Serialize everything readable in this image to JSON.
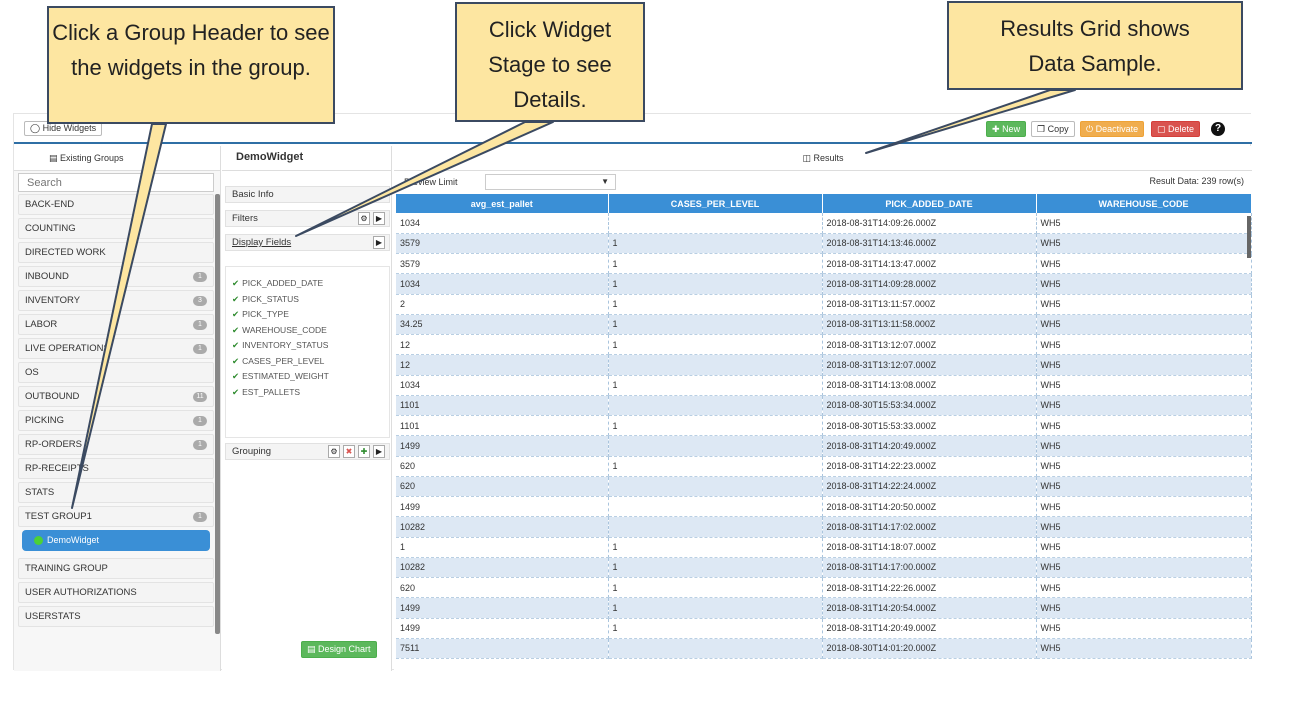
{
  "toolbar": {
    "hide_widgets_label": "Hide Widgets",
    "new_label": "New",
    "copy_label": "Copy",
    "deactivate_label": "Deactivate",
    "delete_label": "Delete",
    "help_label": "?"
  },
  "sidebar": {
    "header": "Existing Groups",
    "search_placeholder": "Search",
    "groups": [
      {
        "label": "BACK-END",
        "badge": ""
      },
      {
        "label": "COUNTING",
        "badge": ""
      },
      {
        "label": "DIRECTED WORK",
        "badge": ""
      },
      {
        "label": "INBOUND",
        "badge": "1"
      },
      {
        "label": "INVENTORY",
        "badge": "3"
      },
      {
        "label": "LABOR",
        "badge": "1"
      },
      {
        "label": "LIVE OPERATIONS",
        "badge": "1"
      },
      {
        "label": "OS",
        "badge": ""
      },
      {
        "label": "OUTBOUND",
        "badge": "11"
      },
      {
        "label": "PICKING",
        "badge": "1"
      },
      {
        "label": "RP-ORDERS",
        "badge": "1"
      },
      {
        "label": "RP-RECEIPTS",
        "badge": ""
      },
      {
        "label": "STATS",
        "badge": ""
      },
      {
        "label": "TEST GROUP1",
        "badge": "1"
      }
    ],
    "active_widget": "DemoWidget",
    "groups_after": [
      {
        "label": "TRAINING GROUP",
        "badge": ""
      },
      {
        "label": "USER AUTHORIZATIONS",
        "badge": ""
      },
      {
        "label": "USERSTATS",
        "badge": ""
      }
    ]
  },
  "middle": {
    "title": "DemoWidget",
    "basic_info": "Basic Info",
    "filters": "Filters",
    "display_fields": "Display Fields",
    "fields": [
      "PICK_ADDED_DATE",
      "PICK_STATUS",
      "PICK_TYPE",
      "WAREHOUSE_CODE",
      "INVENTORY_STATUS",
      "CASES_PER_LEVEL",
      "ESTIMATED_WEIGHT",
      "EST_PALLETS"
    ],
    "grouping": "Grouping",
    "design_chart": "Design Chart"
  },
  "results": {
    "header": "Results",
    "preview_label": "Preview Limit",
    "count_label": "Result Data: 239 row(s)",
    "columns": [
      "avg_est_pallet",
      "CASES_PER_LEVEL",
      "PICK_ADDED_DATE",
      "WAREHOUSE_CODE"
    ],
    "rows": [
      [
        "1034",
        "",
        "2018-08-31T14:09:26.000Z",
        "WH5"
      ],
      [
        "3579",
        "1",
        "2018-08-31T14:13:46.000Z",
        "WH5"
      ],
      [
        "3579",
        "1",
        "2018-08-31T14:13:47.000Z",
        "WH5"
      ],
      [
        "1034",
        "1",
        "2018-08-31T14:09:28.000Z",
        "WH5"
      ],
      [
        "2",
        "1",
        "2018-08-31T13:11:57.000Z",
        "WH5"
      ],
      [
        "34.25",
        "1",
        "2018-08-31T13:11:58.000Z",
        "WH5"
      ],
      [
        "12",
        "1",
        "2018-08-31T13:12:07.000Z",
        "WH5"
      ],
      [
        "12",
        "",
        "2018-08-31T13:12:07.000Z",
        "WH5"
      ],
      [
        "1034",
        "1",
        "2018-08-31T14:13:08.000Z",
        "WH5"
      ],
      [
        "1101",
        "",
        "2018-08-30T15:53:34.000Z",
        "WH5"
      ],
      [
        "1101",
        "1",
        "2018-08-30T15:53:33.000Z",
        "WH5"
      ],
      [
        "1499",
        "",
        "2018-08-31T14:20:49.000Z",
        "WH5"
      ],
      [
        "620",
        "1",
        "2018-08-31T14:22:23.000Z",
        "WH5"
      ],
      [
        "620",
        "",
        "2018-08-31T14:22:24.000Z",
        "WH5"
      ],
      [
        "1499",
        "",
        "2018-08-31T14:20:50.000Z",
        "WH5"
      ],
      [
        "10282",
        "",
        "2018-08-31T14:17:02.000Z",
        "WH5"
      ],
      [
        "1",
        "1",
        "2018-08-31T14:18:07.000Z",
        "WH5"
      ],
      [
        "10282",
        "1",
        "2018-08-31T14:17:00.000Z",
        "WH5"
      ],
      [
        "620",
        "1",
        "2018-08-31T14:22:26.000Z",
        "WH5"
      ],
      [
        "1499",
        "1",
        "2018-08-31T14:20:54.000Z",
        "WH5"
      ],
      [
        "1499",
        "1",
        "2018-08-31T14:20:49.000Z",
        "WH5"
      ],
      [
        "7511",
        "",
        "2018-08-30T14:01:20.000Z",
        "WH5"
      ]
    ]
  },
  "callouts": {
    "group_header": "Click a Group Header to see the widgets in the group.",
    "widget_stage": "Click Widget Stage to see Details.",
    "results_grid": "Results Grid shows Data Sample."
  },
  "colors": {
    "accent": "#3a8fd6",
    "callout_fill": "#fde6a1",
    "success": "#5cb85c",
    "warning": "#f0ad4e",
    "danger": "#d9534f"
  }
}
